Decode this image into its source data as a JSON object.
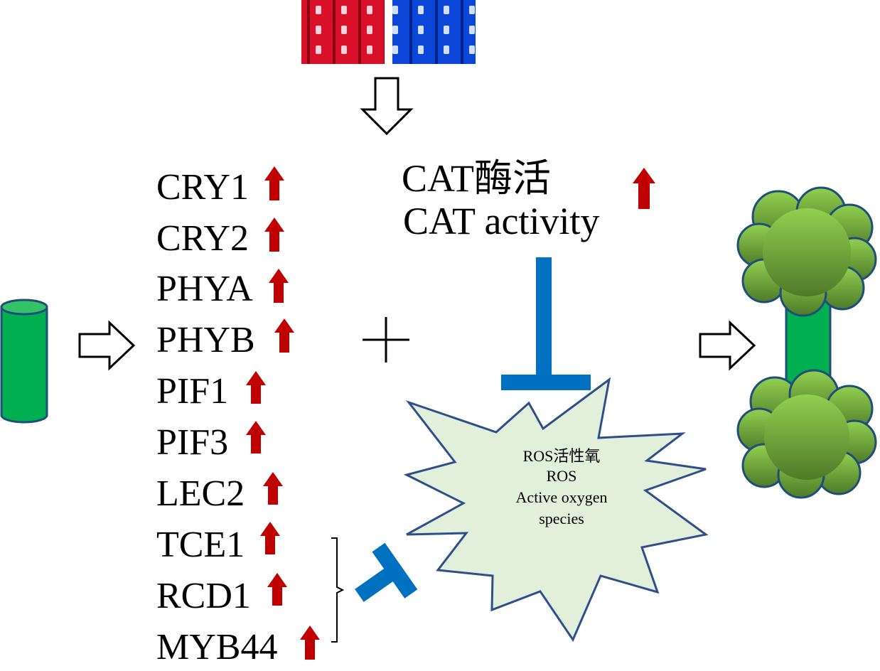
{
  "genes": [
    "CRY1",
    "CRY2",
    "PHYA",
    "PHYB",
    "PIF1",
    "PIF3",
    "LEC2",
    "TCE1",
    "RCD1",
    "MYB44"
  ],
  "cat": {
    "label_cn": "CAT酶活",
    "label_en": "CAT activity"
  },
  "ros": {
    "line1": "ROS活性氧",
    "line2": "ROS",
    "line3": "Active oxygen",
    "line4": "species"
  },
  "colors": {
    "red_led": "#e0102a",
    "blue_led": "#0b46d8",
    "up_arrow": "#c00000",
    "inhibit": "#0070c0",
    "explant_green": "#00b050",
    "star_fill": "#e2efda",
    "star_stroke": "#2f4f8a",
    "foliage_top": "#92d050",
    "foliage_bottom": "#4f7a28"
  },
  "icons": [
    "red-led-strip-icon",
    "blue-led-strip-icon",
    "hollow-arrow-down-icon",
    "hollow-arrow-right-icon",
    "up-arrow-icon",
    "plus-icon",
    "inhibition-t-icon",
    "burst-star-icon",
    "cylinder-explant-icon",
    "plantlet-icon"
  ]
}
